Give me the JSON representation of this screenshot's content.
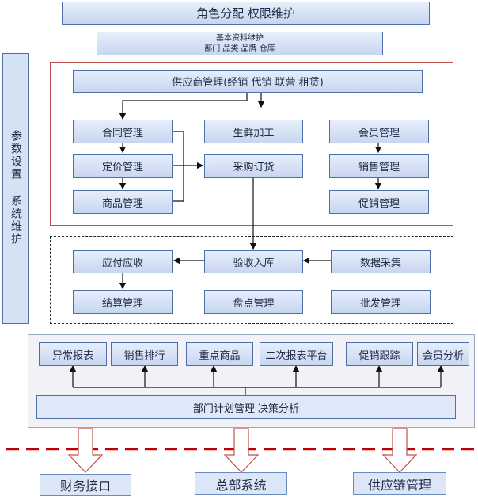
{
  "header": {
    "title": "角色分配 权限维护"
  },
  "basic_data": {
    "line1": "基本资料维护",
    "line2": "部门 品类 品牌 仓库"
  },
  "side_panel": {
    "label": "参数设置 系统维护"
  },
  "supplier": {
    "label": "供应商管理(经销 代销 联营 租赁)"
  },
  "procurement": {
    "contract": "合同管理",
    "pricing": "定价管理",
    "product": "商品管理",
    "fresh": "生鲜加工",
    "purchase_order": "采购订货",
    "member": "会员管理",
    "sales": "销售管理",
    "promotion": "促销管理"
  },
  "warehouse": {
    "payable": "应付应收",
    "receiving": "验收入库",
    "data_collection": "数据采集",
    "settlement": "结算管理",
    "inventory": "盘点管理",
    "wholesale": "批发管理"
  },
  "reports": {
    "items": [
      "异常报表",
      "销售排行",
      "重点商品",
      "二次报表平台",
      "促销跟踪",
      "会员分析"
    ],
    "planning": "部门计划管理 决策分析"
  },
  "interfaces": {
    "finance": "财务接口",
    "hq": "总部系统",
    "supply_chain": "供应链管理"
  },
  "colors": {
    "box_border": "#4f6fa8",
    "red_frame": "#c0504d",
    "dash_line": "#c00000"
  }
}
